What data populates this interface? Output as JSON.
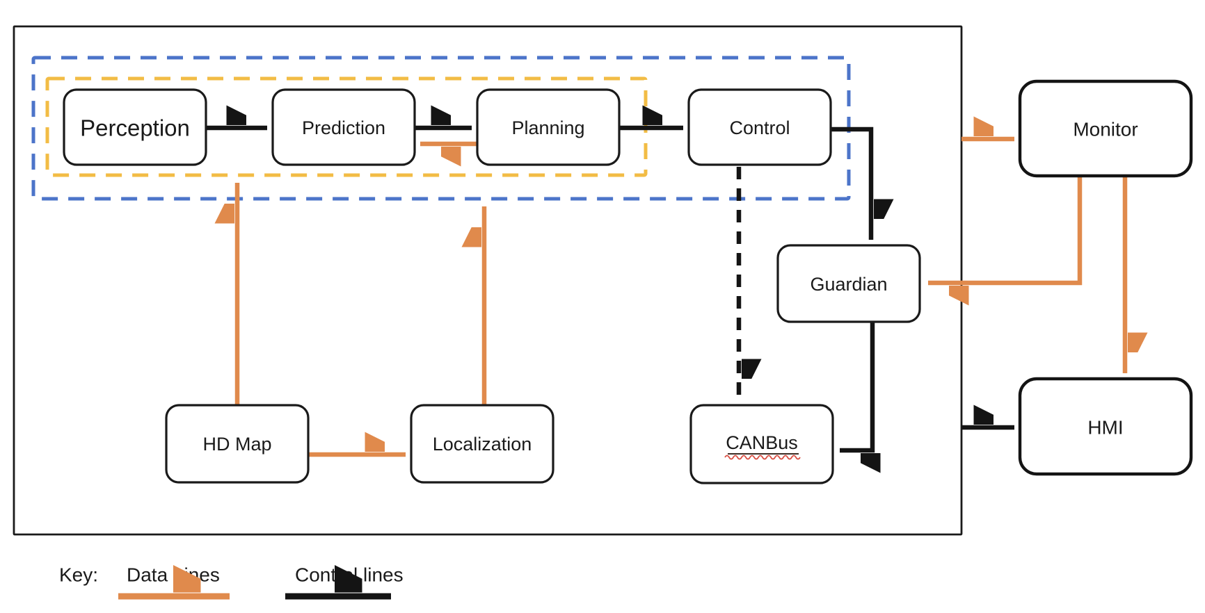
{
  "diagram": {
    "nodes": {
      "perception": "Perception",
      "prediction": "Prediction",
      "planning": "Planning",
      "control": "Control",
      "guardian": "Guardian",
      "canbus": "CANBus",
      "hd_map": "HD Map",
      "localization": "Localization",
      "monitor": "Monitor",
      "hmi": "HMI"
    },
    "edges": [
      {
        "from": "Perception",
        "to": "Prediction",
        "type": "control"
      },
      {
        "from": "Prediction",
        "to": "Planning",
        "type": "control"
      },
      {
        "from": "Planning",
        "to": "Prediction",
        "type": "data"
      },
      {
        "from": "Planning",
        "to": "Control",
        "type": "control"
      },
      {
        "from": "Control",
        "to": "Guardian",
        "type": "control"
      },
      {
        "from": "Control",
        "to": "CANBus",
        "type": "control",
        "style": "dashed"
      },
      {
        "from": "Guardian",
        "to": "CANBus",
        "type": "control"
      },
      {
        "from": "HD Map",
        "to": "pipeline-group",
        "type": "data"
      },
      {
        "from": "HD Map",
        "to": "Localization",
        "type": "data"
      },
      {
        "from": "Localization",
        "to": "autonomy-group",
        "type": "data"
      },
      {
        "from": "system-boundary",
        "to": "Monitor",
        "type": "data"
      },
      {
        "from": "Monitor",
        "to": "Guardian",
        "type": "data"
      },
      {
        "from": "Monitor",
        "to": "HMI",
        "type": "data"
      },
      {
        "from": "system-boundary",
        "to": "HMI",
        "type": "control"
      }
    ],
    "key": {
      "label": "Key:",
      "data_lines": "Data Lines",
      "control_lines": "Control lines"
    },
    "colors": {
      "data_line_orange": "#E08A4C",
      "control_line_black": "#141414",
      "blue_group_border": "#4C74C9",
      "gold_group_border": "#F2BC45",
      "node_border": "#1a1a1a",
      "spellcheck_underline_red": "#D94F43"
    }
  }
}
